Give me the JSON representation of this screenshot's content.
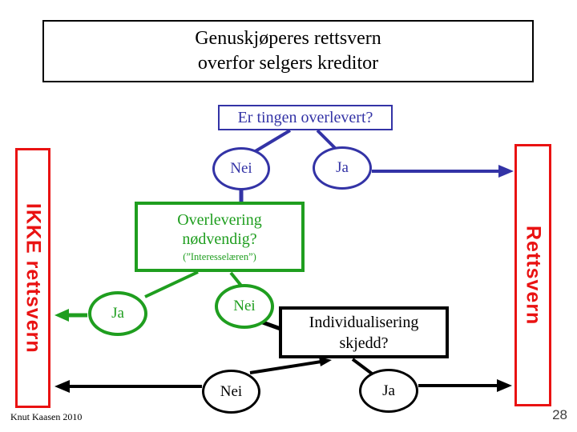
{
  "slide": {
    "title": {
      "line1": "Genuskjøperes rettsvern",
      "line2": "overfor selgers kreditor"
    },
    "footer_credit": "Knut Kaasen 2010",
    "page_number": "28"
  },
  "flowchart": {
    "q1": {
      "question": "Er tingen overlevert?",
      "answer_no": "Nei",
      "answer_yes": "Ja"
    },
    "outcome_left": "IKKE rettsvern",
    "outcome_right": "Rettsvern",
    "q2": {
      "line1": "Overlevering",
      "line2": "nødvendig?",
      "note": "(”Interesselæren”)",
      "answer_yes": "Ja",
      "answer_no": "Nei"
    },
    "q3": {
      "line1": "Individualisering",
      "line2": "skjedd?",
      "answer_no": "Nei",
      "answer_yes": "Ja"
    }
  },
  "colors": {
    "blue": "#3333A6",
    "green": "#1F9E1F",
    "red": "#E91212",
    "ink": "#000000",
    "page_number": "#3F3F3F"
  }
}
